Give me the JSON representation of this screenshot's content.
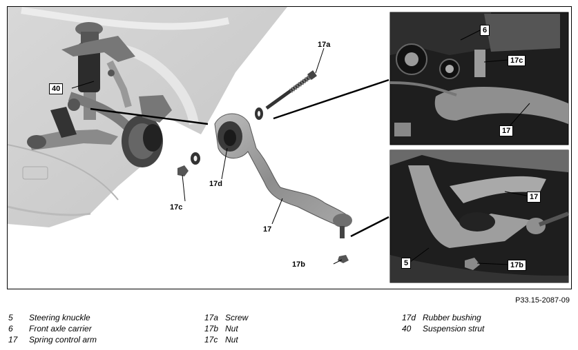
{
  "figure": {
    "figure_id": "P33.15-2087-09",
    "callouts": {
      "c40": "40",
      "c17a": "17a",
      "c17d": "17d",
      "c17c": "17c",
      "c17": "17",
      "c17b": "17b",
      "i6": "6",
      "i17c": "17c",
      "i17top": "17",
      "i17bot": "17",
      "i5": "5",
      "i17b": "17b"
    }
  },
  "legend": [
    {
      "num": "5",
      "text": "Steering knuckle"
    },
    {
      "num": "6",
      "text": "Front axle carrier"
    },
    {
      "num": "17",
      "text": "Spring control arm"
    },
    {
      "num": "17a",
      "text": "Screw"
    },
    {
      "num": "17b",
      "text": "Nut"
    },
    {
      "num": "17c",
      "text": "Nut"
    },
    {
      "num": "17d",
      "text": "Rubber bushing"
    },
    {
      "num": "40",
      "text": "Suspension strut"
    }
  ]
}
